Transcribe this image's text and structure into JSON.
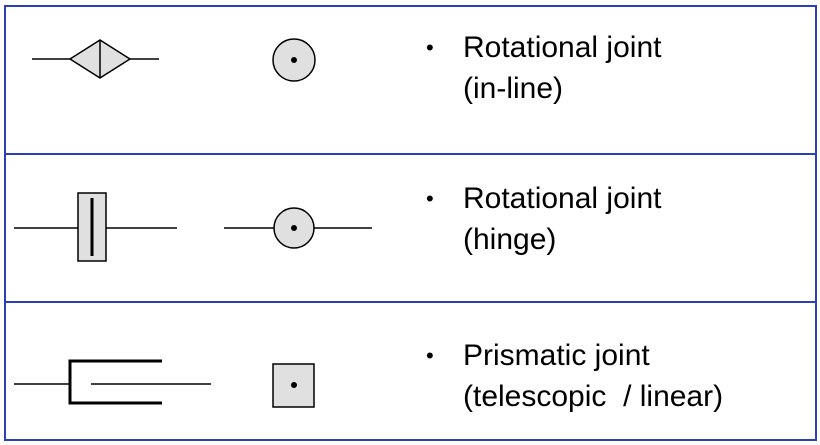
{
  "joints": [
    {
      "bullet": "•",
      "name": "Rotational joint",
      "subtype": "(in-line)",
      "side_symbol": "diamond-inline-symbol",
      "end_symbol": "circle-dot-symbol"
    },
    {
      "bullet": "•",
      "name": "Rotational joint",
      "subtype": "(hinge)",
      "side_symbol": "hinge-rect-symbol",
      "end_symbol": "circle-dot-line-symbol"
    },
    {
      "bullet": "•",
      "name": "Prismatic joint",
      "subtype": "(telescopic  / linear)",
      "side_symbol": "telescopic-symbol",
      "end_symbol": "square-dot-symbol"
    }
  ],
  "colors": {
    "border": "#2a3fb8",
    "fill": "#e0e0e0",
    "stroke": "#000000"
  }
}
